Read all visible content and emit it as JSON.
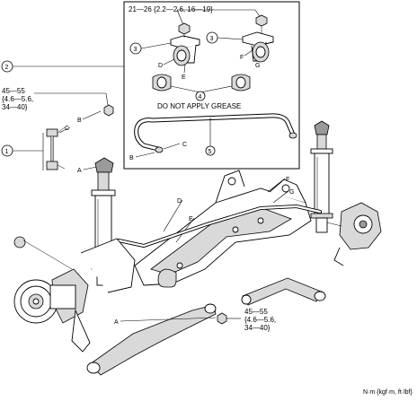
{
  "inset": {
    "torque_spec": "21—26 {2.2—2.6, 16—19}",
    "note": "DO NOT APPLY GREASE",
    "callouts": [
      "3",
      "3",
      "4",
      "5"
    ],
    "letters": [
      "D",
      "E",
      "F",
      "G",
      "C",
      "B"
    ]
  },
  "callouts": {
    "item_1": "1",
    "item_2": "2"
  },
  "torque_link": {
    "line1": "45—55",
    "line2": "{4.6—5.6,",
    "line3": "34—40}"
  },
  "torque_lower": {
    "line1": "45—55",
    "line2": "{4.6—5.6,",
    "line3": "34—40}"
  },
  "letters_main": [
    "B",
    "C",
    "A",
    "D",
    "E",
    "F",
    "G",
    "A"
  ],
  "units": "N·m {kgf·m, ft·lbf}"
}
